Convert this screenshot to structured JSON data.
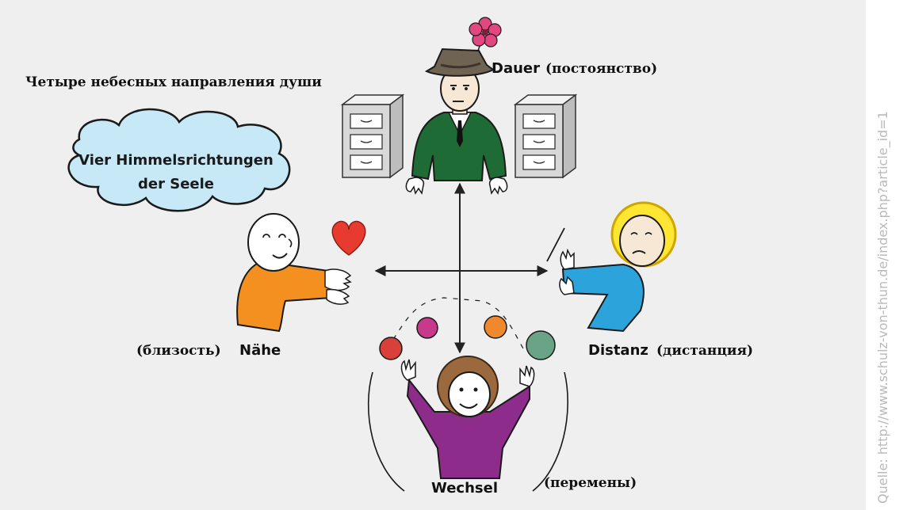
{
  "title_ru": "Четыре небесных направления души",
  "cloud": {
    "line1": "Vier Himmelsrichtungen",
    "line2": "der Seele"
  },
  "labels": {
    "top": {
      "de": "Dauer",
      "ru": "(постоянство)"
    },
    "left": {
      "de": "Nähe",
      "ru": "(близость)"
    },
    "right": {
      "de": "Distanz",
      "ru": "(дистанция)"
    },
    "bottom": {
      "de": "Wechsel",
      "ru": "(перемены)"
    }
  },
  "source": "Quelle: http://www.schulz-von-thun.de/index.php?article_id=1",
  "colors": {
    "background": "#efefef",
    "cloud": "#c6e8f7",
    "heart": "#e63b2e",
    "flower": "#e2477f",
    "suit": "#1f6b35",
    "orange_shirt": "#f39020",
    "blue_shirt": "#2da3dc",
    "purple_shirt": "#8e2c8c",
    "cabinet": "#d8d8d8"
  },
  "icons": [
    "flower-icon",
    "heart-icon",
    "filing-cabinet-icon",
    "juggling-ball-icon",
    "axis-arrows-icon"
  ]
}
